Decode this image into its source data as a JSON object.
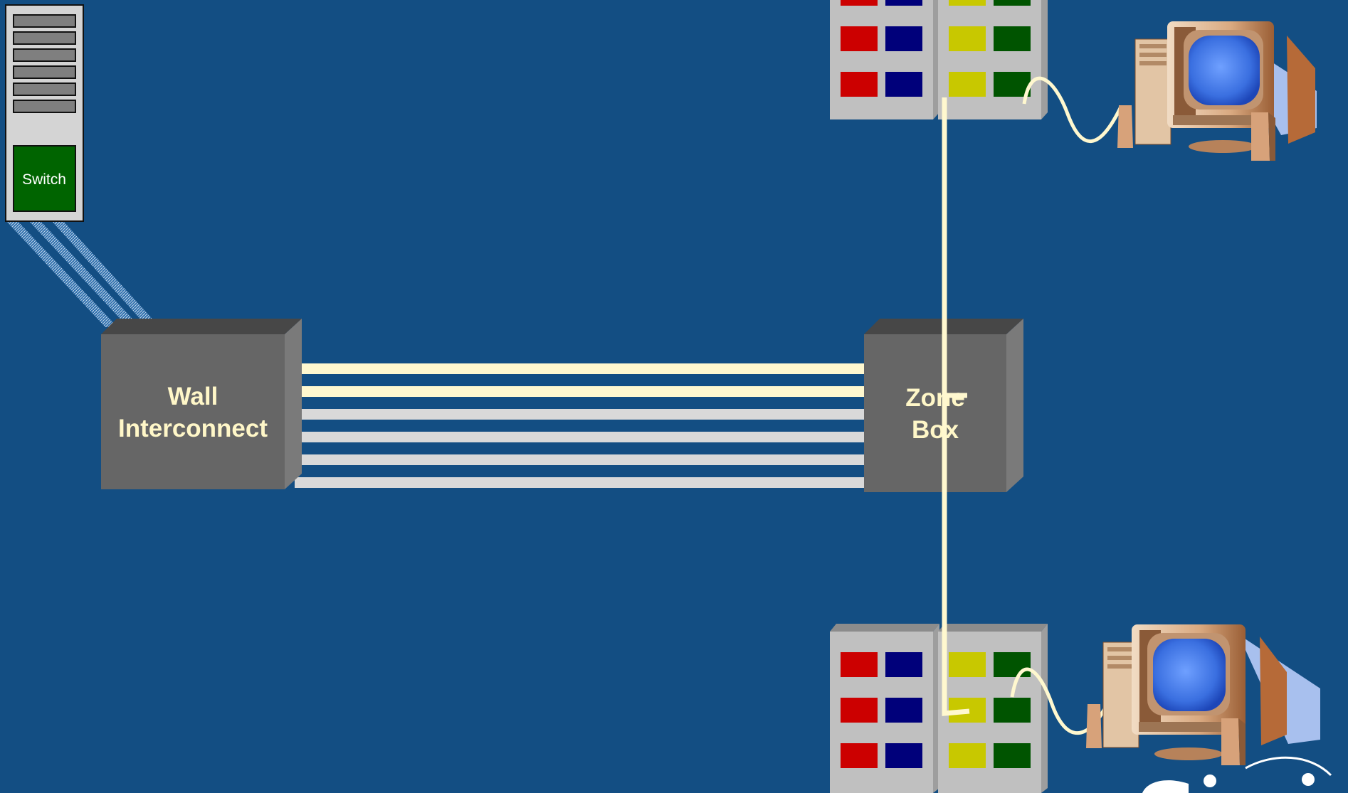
{
  "colors": {
    "background": "#134e83",
    "label_text": "#fff7c8",
    "switch_green": "#006400",
    "box_gray": "#666666",
    "cable_cream": "#fff8cf",
    "cable_gray": "#d9d9d9",
    "port_red": "#cc0000",
    "port_blue": "#00007a",
    "port_yellow": "#c8c800",
    "port_green": "#005400"
  },
  "rack": {
    "switch_label": "Switch"
  },
  "wall_interconnect": {
    "line1": "Wall",
    "line2": "Interconnect"
  },
  "zone_box": {
    "line1": "Zone",
    "line2": "Box"
  },
  "icons": {
    "rack": "server-rack-icon",
    "computer": "desktop-computer-icon",
    "outlet": "wall-outlet-icon",
    "logo": "partial-logo-icon"
  }
}
